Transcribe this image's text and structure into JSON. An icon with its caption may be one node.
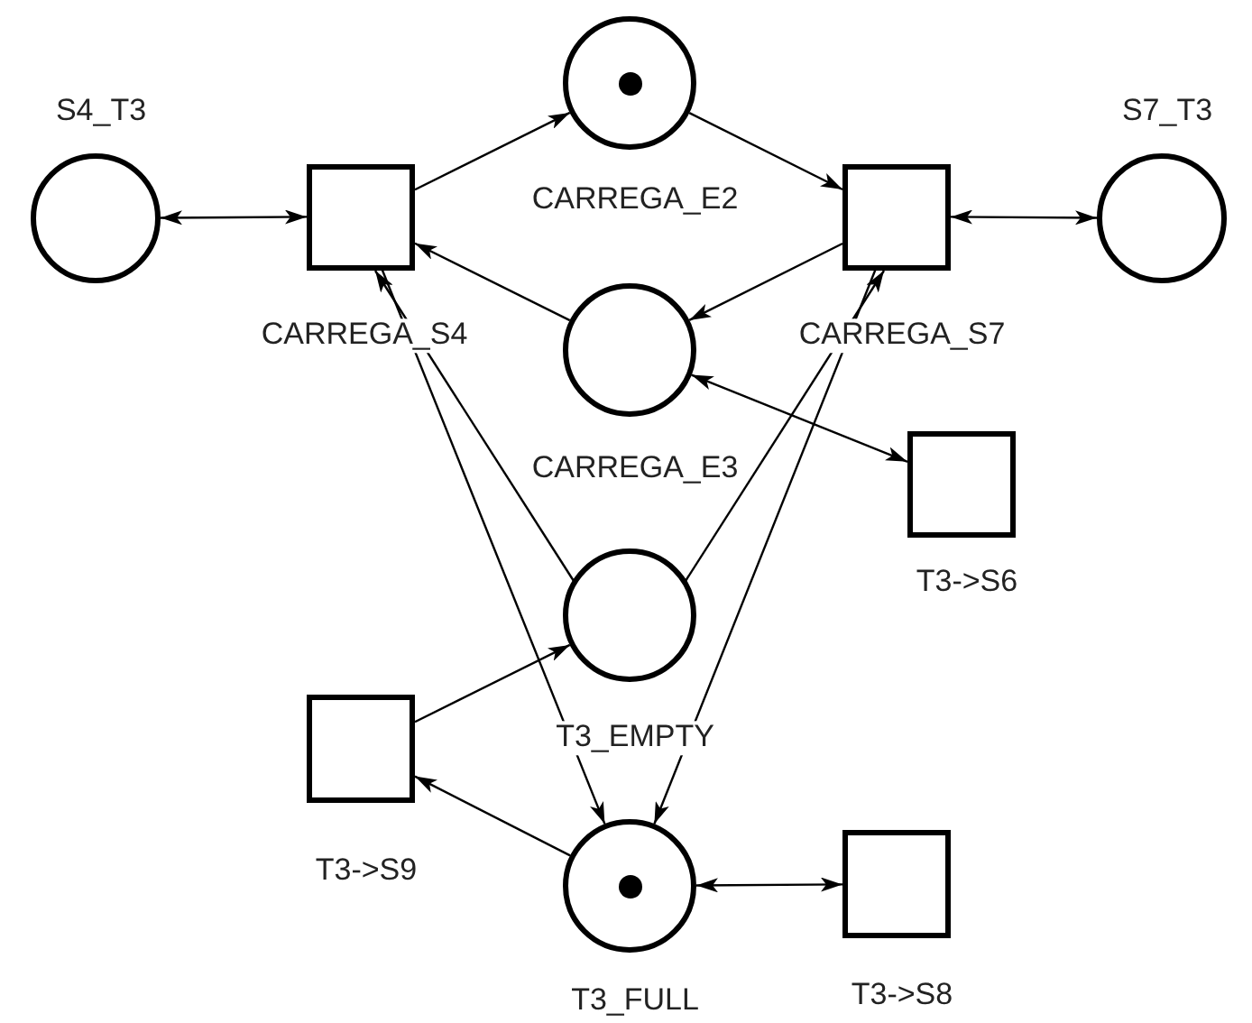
{
  "diagram": {
    "nodes": [
      {
        "text": [
          "S4_T3"
        ]
      },
      {
        "text": [
          "CARREGA_S4"
        ]
      },
      {
        "text": [
          "CARREGA_E2"
        ]
      },
      {
        "text": [
          "CARREGA_S7"
        ]
      },
      {
        "text": [
          "S7_T3"
        ]
      },
      {
        "text": [
          "CARREGA_E3"
        ]
      },
      {
        "text": [
          "T3->S6"
        ]
      },
      {
        "text": [
          "T3_EMPTY"
        ]
      },
      {
        "text": [
          "T3->S9"
        ]
      },
      {
        "text": [
          "T3_FULL"
        ]
      },
      {
        "text": [
          "T3->S8"
        ]
      }
    ],
    "edges": [
      {
        "from": 0,
        "to": 1,
        "arrow": "both"
      },
      {
        "from": 1,
        "to": 2,
        "arrow": "to"
      },
      {
        "from": 2,
        "to": 3,
        "arrow": "to"
      },
      {
        "from": 4,
        "to": 3,
        "arrow": "both"
      },
      {
        "from": 5,
        "to": 1,
        "arrow": "to"
      },
      {
        "from": 3,
        "to": 5,
        "arrow": "to"
      },
      {
        "from": 5,
        "to": 6,
        "arrow": "both"
      },
      {
        "from": 1,
        "to": 9,
        "arrow": "to"
      },
      {
        "from": 7,
        "to": 1,
        "arrow": "to"
      },
      {
        "from": 7,
        "to": 3,
        "arrow": "to"
      },
      {
        "from": 3,
        "to": 9,
        "arrow": "to"
      },
      {
        "from": 8,
        "to": 7,
        "arrow": "to"
      },
      {
        "from": 9,
        "to": 8,
        "arrow": "to"
      },
      {
        "from": 9,
        "to": 10,
        "arrow": "both"
      }
    ]
  }
}
